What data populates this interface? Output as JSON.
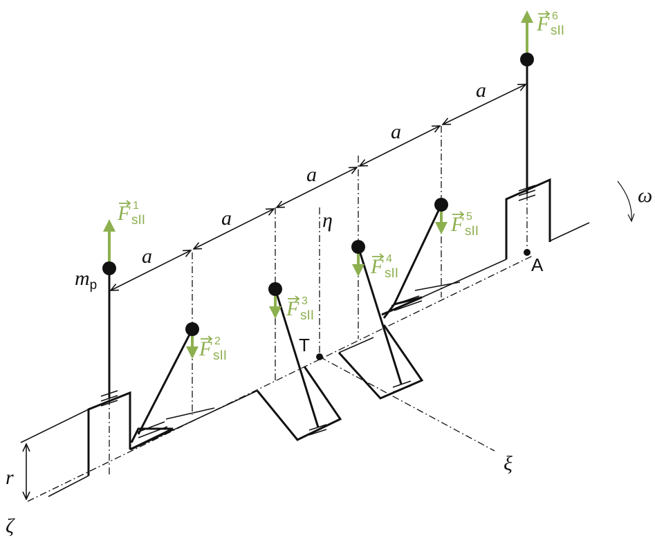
{
  "colors": {
    "line": "#111111",
    "force": "#8db04f"
  },
  "labels": {
    "spacing": "a",
    "mass": "m",
    "mass_sub": "p",
    "eta": "η",
    "xi": "ξ",
    "zeta": "ζ",
    "omega": "ω",
    "radius": "r",
    "center": "T",
    "point_a": "A"
  },
  "forces": [
    {
      "id": 1,
      "symbol": "F",
      "sub": "sII",
      "sup": "1",
      "direction": "up"
    },
    {
      "id": 2,
      "symbol": "F",
      "sub": "sII",
      "sup": "2",
      "direction": "down"
    },
    {
      "id": 3,
      "symbol": "F",
      "sub": "sII",
      "sup": "3",
      "direction": "down"
    },
    {
      "id": 4,
      "symbol": "F",
      "sub": "sII",
      "sup": "4",
      "direction": "down"
    },
    {
      "id": 5,
      "symbol": "F",
      "sub": "sII",
      "sup": "5",
      "direction": "down"
    },
    {
      "id": 6,
      "symbol": "F",
      "sub": "sII",
      "sup": "6",
      "direction": "up"
    }
  ]
}
